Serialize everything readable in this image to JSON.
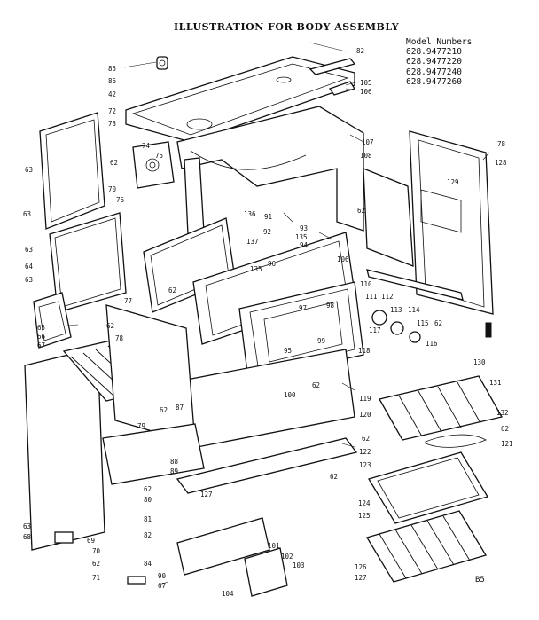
{
  "title": "ILLUSTRATION FOR BODY ASSEMBLY",
  "model_block": {
    "heading": "Model Numbers",
    "numbers": [
      "628.9477210",
      "628.9477220",
      "628.9477240",
      "628.9477260"
    ]
  },
  "page_code": "B5",
  "part_labels": [
    "82",
    "85",
    "86",
    "42",
    "105",
    "106",
    "72",
    "73",
    "107",
    "108",
    "78",
    "128",
    "74",
    "75",
    "62",
    "63",
    "70",
    "76",
    "63",
    "136",
    "91",
    "93",
    "135",
    "94",
    "62",
    "129",
    "63",
    "64",
    "137",
    "92",
    "106",
    "63",
    "77",
    "62",
    "135",
    "96",
    "110",
    "111",
    "112",
    "113",
    "114",
    "62",
    "65",
    "66",
    "67",
    "62",
    "78",
    "97",
    "98",
    "117",
    "115",
    "116",
    "118",
    "99",
    "95",
    "130",
    "62",
    "87",
    "79",
    "100",
    "62",
    "119",
    "120",
    "131",
    "132",
    "62",
    "121",
    "62",
    "122",
    "88",
    "89",
    "123",
    "62",
    "80",
    "62",
    "127",
    "124",
    "125",
    "63",
    "68",
    "69",
    "81",
    "82",
    "70",
    "62",
    "71",
    "84",
    "90",
    "67",
    "101",
    "102",
    "103",
    "104",
    "126",
    "127"
  ]
}
